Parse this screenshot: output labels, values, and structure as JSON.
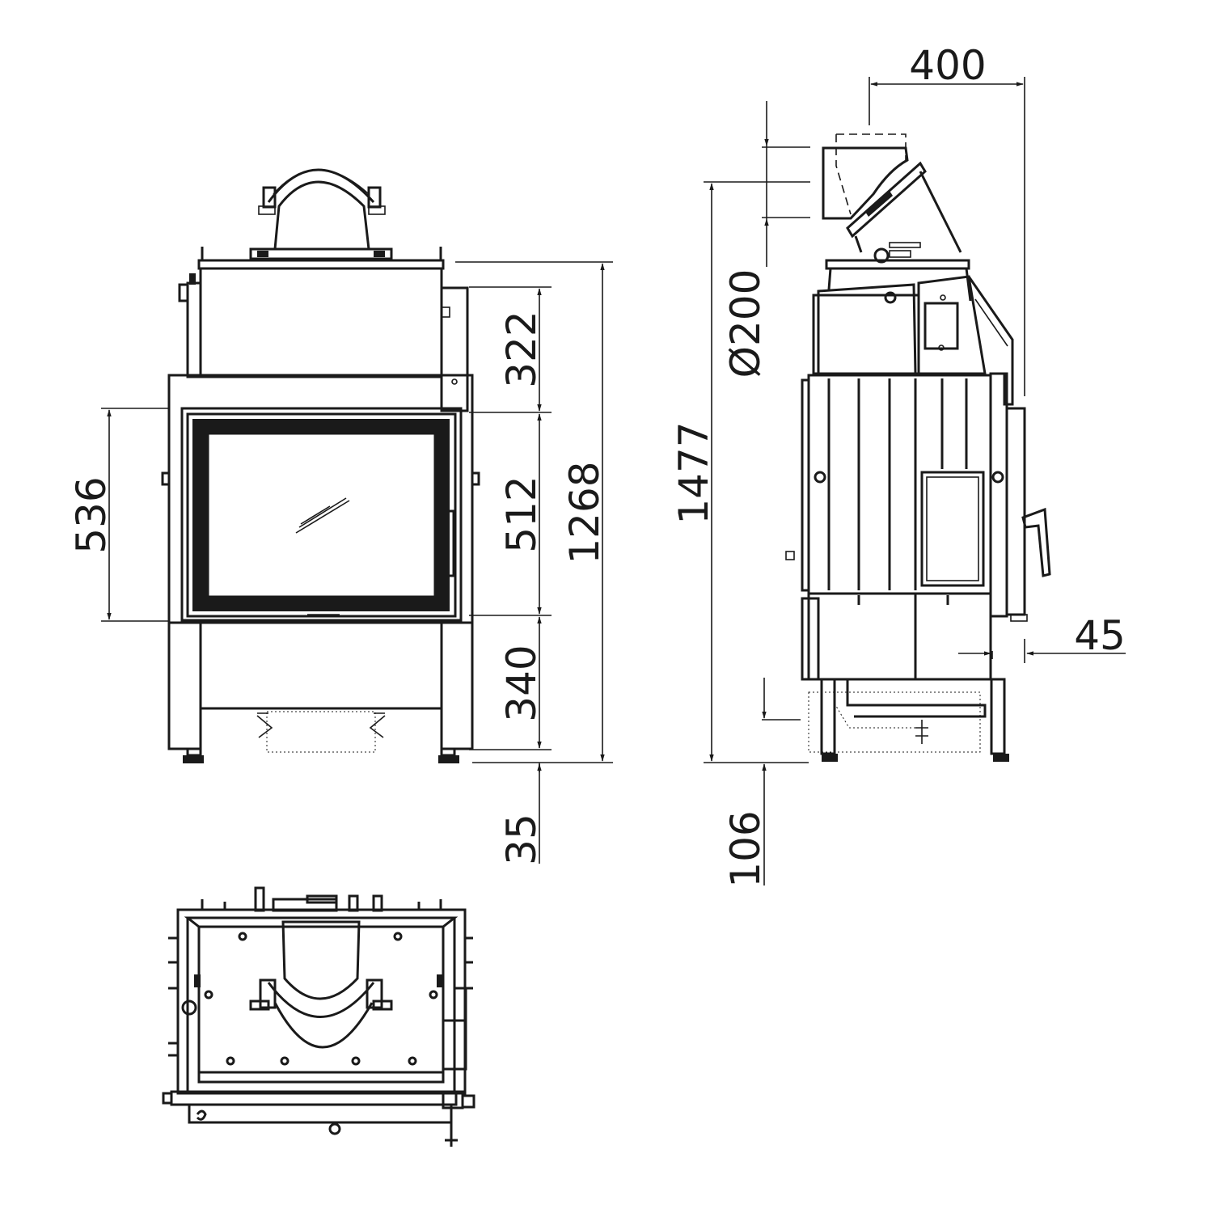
{
  "dimensions": {
    "front_view": {
      "top_section": "322",
      "glass_height": "512",
      "lower_section": "340",
      "total_height": "1268",
      "feet": "35",
      "door_opening": "536"
    },
    "side_view": {
      "flue_diameter": "Ø200",
      "flue_offset": "400",
      "total_height": "1477",
      "base_offset": "106",
      "handle_projection": "45"
    }
  }
}
